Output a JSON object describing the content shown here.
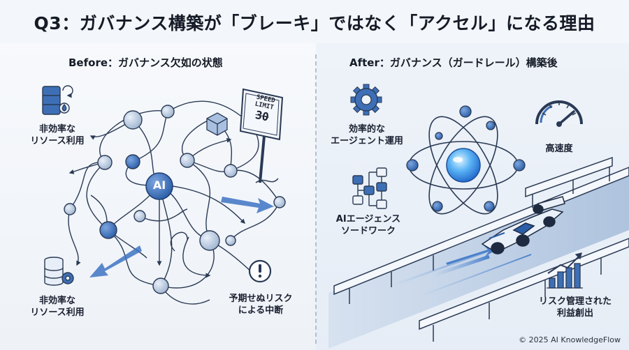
{
  "title": "Q3：ガバナンス構築が「ブレーキ」ではなく「アクセル」になる理由",
  "before": {
    "heading": "Before：ガバナンス欠如の状態",
    "label_inefficient_top": [
      "非効率な",
      "リソース利用"
    ],
    "label_inefficient_bottom": [
      "非効率な",
      "リソース利用"
    ],
    "label_interruption": [
      "予期せぬリスク",
      "による中断"
    ],
    "ai_node": "AI",
    "sign_line1": "SPEED",
    "sign_line2": "LIMIT",
    "sign_number": "30"
  },
  "after": {
    "heading": "After：ガバナンス（ガードレール）構築後",
    "label_agent": [
      "効率的な",
      "エージェント運用"
    ],
    "label_workflow": [
      "AIエージェンス",
      "ソードワーク"
    ],
    "label_speed": [
      "高速度"
    ],
    "label_profit": [
      "リスク管理された",
      "利益創出"
    ]
  },
  "footer": "© 2025 AI KnowledgeFlow",
  "colors": {
    "accent": "#2f6fc4",
    "node": "#3a6fb8",
    "line": "#2a3a55",
    "background": "#f3f6fa"
  }
}
